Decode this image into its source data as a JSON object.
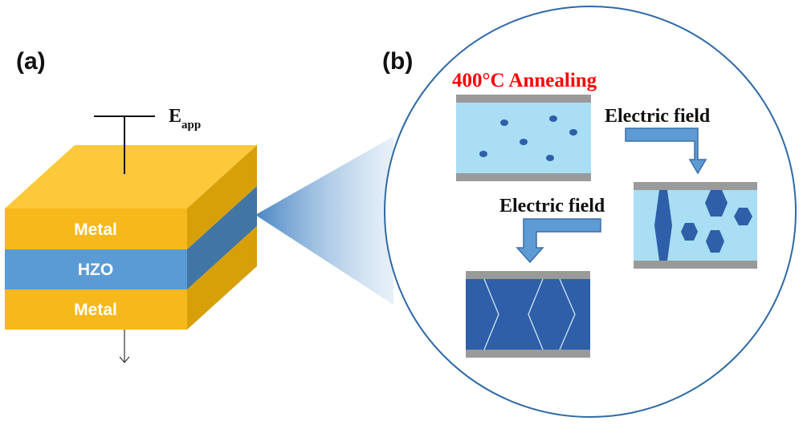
{
  "panels": {
    "a_label": "(a)",
    "b_label": "(b)"
  },
  "device": {
    "voltage_label": "E",
    "voltage_subscript": "app",
    "layers": [
      "Metal",
      "HZO",
      "Metal"
    ]
  },
  "process": {
    "annealing_label": "400°C Annealing",
    "field_label_1": "Electric field",
    "field_label_2": "Electric field"
  },
  "colors": {
    "metal_top": "#fcc93a",
    "metal_front": "#f7b81c",
    "metal_side": "#d7a009",
    "hzo_front": "#5b9bd5",
    "hzo_side": "#4175a4",
    "film_light": "#a9def4",
    "film_dark": "#2e5fa8",
    "electrode": "#9a9a9a",
    "circle_stroke": "#2e6aa6",
    "arrow_fill": "#5e9ad3",
    "annealing_text": "#ff0000"
  }
}
